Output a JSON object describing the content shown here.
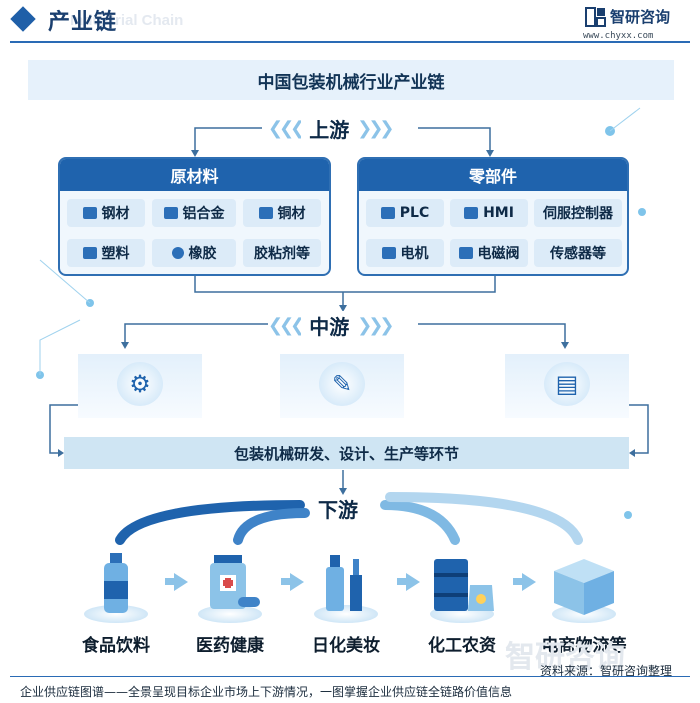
{
  "header": {
    "title": "产业链",
    "ghost": "Industrial Chain",
    "brand": "智研咨询",
    "url": "www.chyxx.com"
  },
  "main_title": "中国包装机械行业产业链",
  "upstream": {
    "label": "上游",
    "raw_materials": {
      "title": "原材料",
      "items": [
        "钢材",
        "铝合金",
        "铜材",
        "塑料",
        "橡胶",
        "胶粘剂等"
      ]
    },
    "components": {
      "title": "零部件",
      "items": [
        "PLC",
        "HMI",
        "伺服控制器",
        "电机",
        "电磁阀",
        "传感器等"
      ]
    }
  },
  "midstream": {
    "label": "中游",
    "process": "包装机械研发、设计、生产等环节"
  },
  "downstream": {
    "label": "下游",
    "items": [
      "食品饮料",
      "医药健康",
      "日化美妆",
      "化工农资",
      "电商物流等"
    ]
  },
  "footer": {
    "source": "资料来源：智研咨询整理",
    "ghost": "智研咨询",
    "note": "企业供应链图谱——全景呈现目标企业市场上下游情况，一图掌握企业供应链全链路价值信息"
  },
  "colors": {
    "primary": "#1f63ad",
    "light": "#dcebf8",
    "accent": "#8cc3e8"
  }
}
